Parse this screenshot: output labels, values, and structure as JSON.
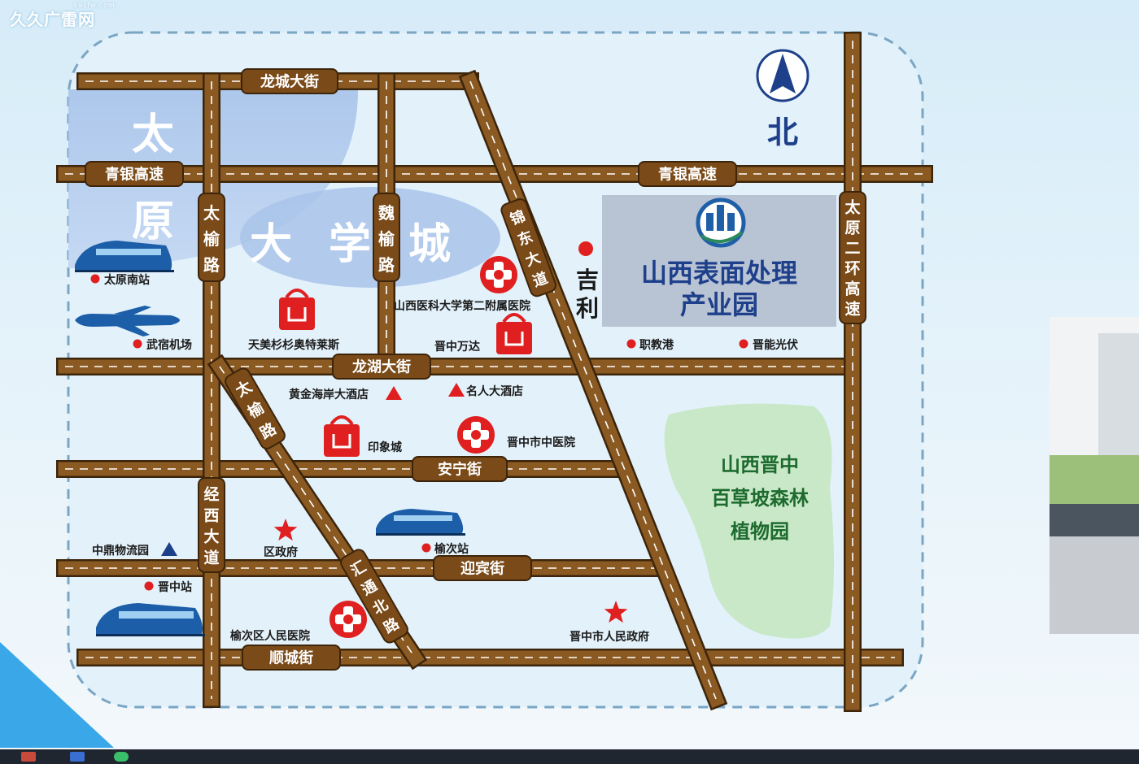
{
  "watermark": {
    "text": "久久广雷网",
    "sub": "99cfw.com"
  },
  "compass": {
    "north": "北"
  },
  "district": {
    "taiyuan": [
      "太",
      "原"
    ],
    "university_city": [
      "大",
      "学",
      "城"
    ]
  },
  "roads": {
    "longcheng": "龙城大街",
    "qingyin_left": "青银高速",
    "qingyin_right": "青银高速",
    "longhu": "龙湖大街",
    "anning": "安宁街",
    "yingbin": "迎宾街",
    "shuncheng": "顺城街",
    "taiyu_upper": [
      "太",
      "榆",
      "路"
    ],
    "taiyu_lower": [
      "太",
      "榆",
      "路"
    ],
    "weiyu": [
      "魏",
      "榆",
      "路"
    ],
    "jindong": [
      "锦",
      "东",
      "大",
      "道"
    ],
    "jingxi": [
      "经",
      "西",
      "大",
      "道"
    ],
    "huitong": [
      "汇",
      "通",
      "北",
      "路"
    ],
    "taiyuan_ring": [
      "太",
      "原",
      "二",
      "环",
      "高",
      "速"
    ]
  },
  "park": {
    "line1": "山西表面处理",
    "line2": "产业园"
  },
  "jili": [
    "吉",
    "利"
  ],
  "forest": {
    "line1": "山西晋中",
    "line2": "百草坡森林",
    "line3": "植物园"
  },
  "pois": {
    "taiyuan_south": "太原南站",
    "wusu": "武宿机场",
    "tianmei": "天美杉杉奥特莱斯",
    "yike": "山西医科大学第二附属医院",
    "wanda": "晋中万达",
    "zhijiao": "职教港",
    "jinneng": "晋能光伏",
    "huangjin": "黄金海岸大酒店",
    "mingren": "名人大酒店",
    "yinxiang": "印象城",
    "zhongyi": "晋中市中医院",
    "zhongding": "中鼎物流园",
    "qu_zhengfu": "区政府",
    "yuci_station": "榆次站",
    "jinzhong_station": "晋中站",
    "yuci_hospital": "榆次区人民医院",
    "shi_zhengfu": "晋中市人民政府"
  },
  "colors": {
    "road": "#8a5a22",
    "road_edge": "#3d250b",
    "road_dash": "#ffffff",
    "label_bg": "#7a4a18",
    "text_blue": "#1e3f8a",
    "marker_red": "#e02020",
    "forest_text": "#1d6b2e",
    "forest_fill": "#c8e8c8"
  }
}
